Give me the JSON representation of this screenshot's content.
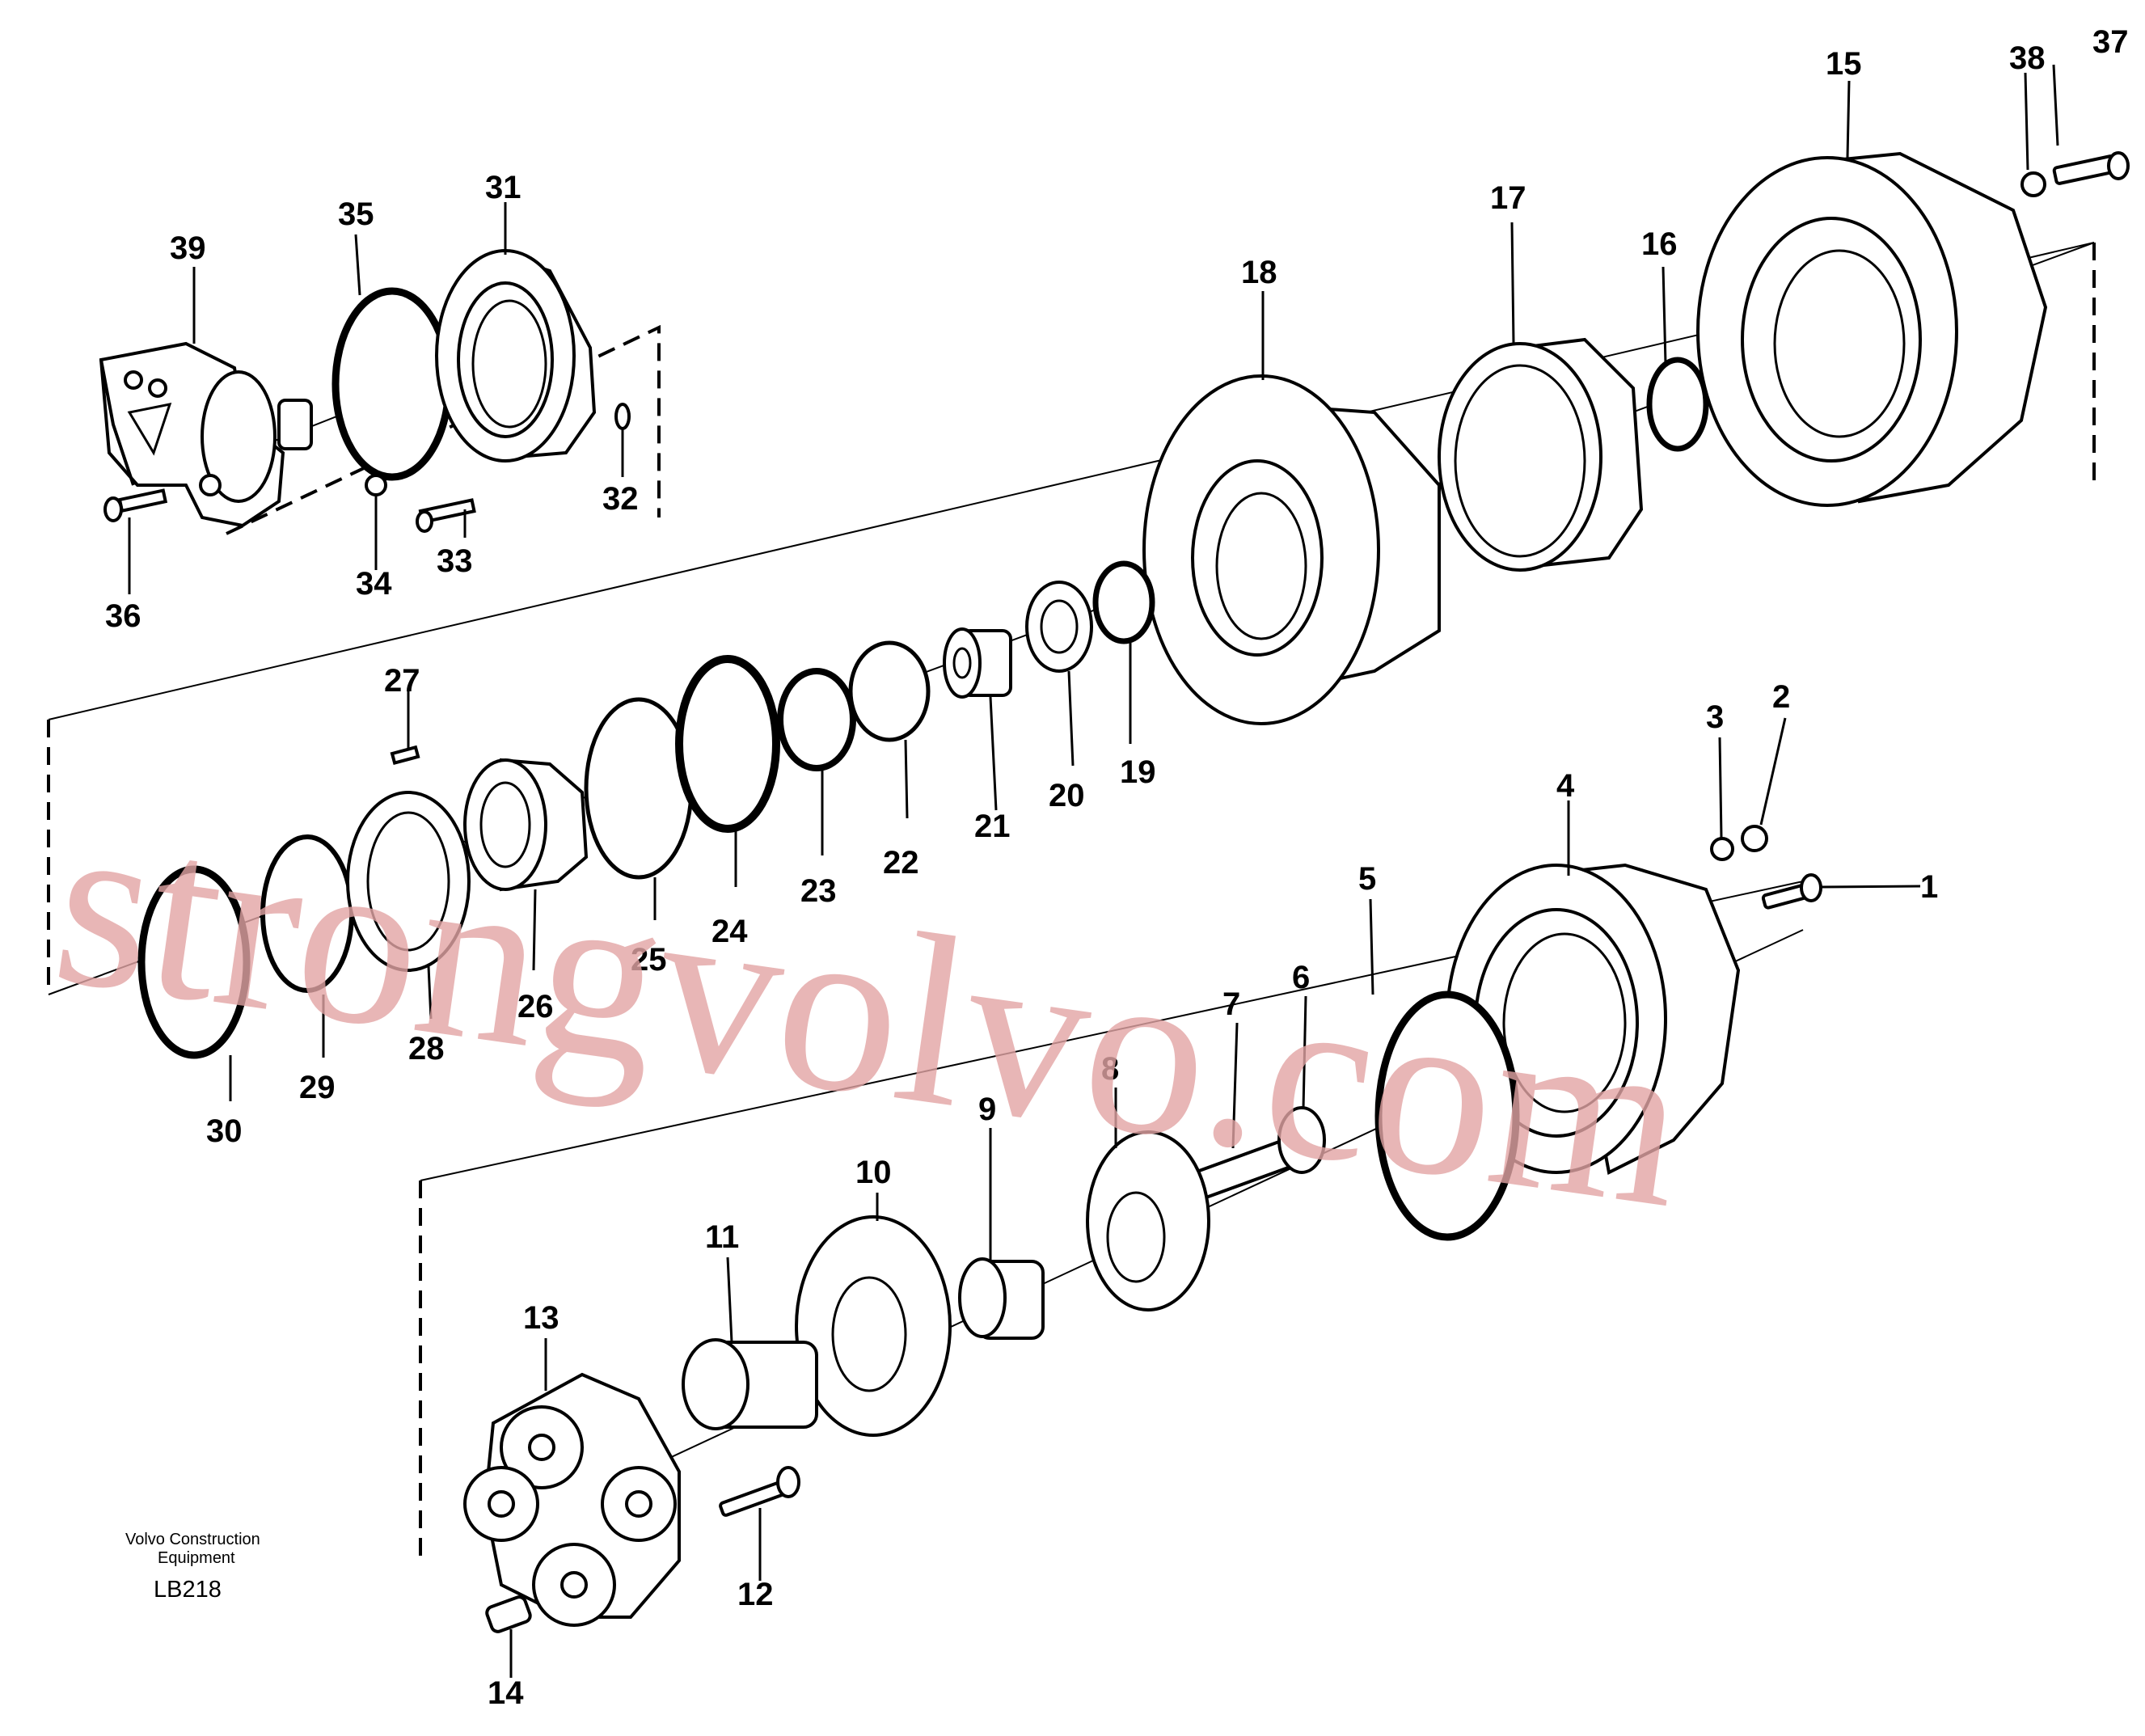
{
  "diagram": {
    "credit_lines": [
      "Volvo Construction",
      "Equipment"
    ],
    "code": "LB218",
    "watermark": "strongvolvo.com",
    "callouts": [
      "1",
      "2",
      "3",
      "4",
      "5",
      "6",
      "7",
      "8",
      "9",
      "10",
      "11",
      "12",
      "13",
      "14",
      "15",
      "16",
      "17",
      "18",
      "19",
      "20",
      "21",
      "22",
      "23",
      "24",
      "25",
      "26",
      "27",
      "28",
      "29",
      "30",
      "31",
      "32",
      "33",
      "34",
      "35",
      "36",
      "37",
      "38",
      "39"
    ]
  }
}
